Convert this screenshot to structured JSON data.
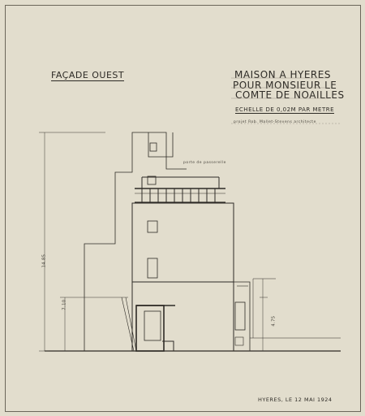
{
  "sheet": {
    "facade_title": "FAÇADE OUEST",
    "title_lines": [
      "MAISON A HYERES",
      "POUR MONSIEUR LE",
      "COMTE DE NOAILLES"
    ],
    "scale": "ECHELLE DE 0,02M PAR METRE",
    "author_line": "projet Rob. Mallet-Stevens architecte",
    "annotation": "porte de passerelle",
    "signature": "HYERES, LE 12 MAI 1924"
  },
  "dimensions": {
    "total_height": "14.85",
    "mid_height": "7.10",
    "right_height": "4.75"
  },
  "colors": {
    "paper": "#e2ddcd",
    "ink": "#2e2b26"
  }
}
